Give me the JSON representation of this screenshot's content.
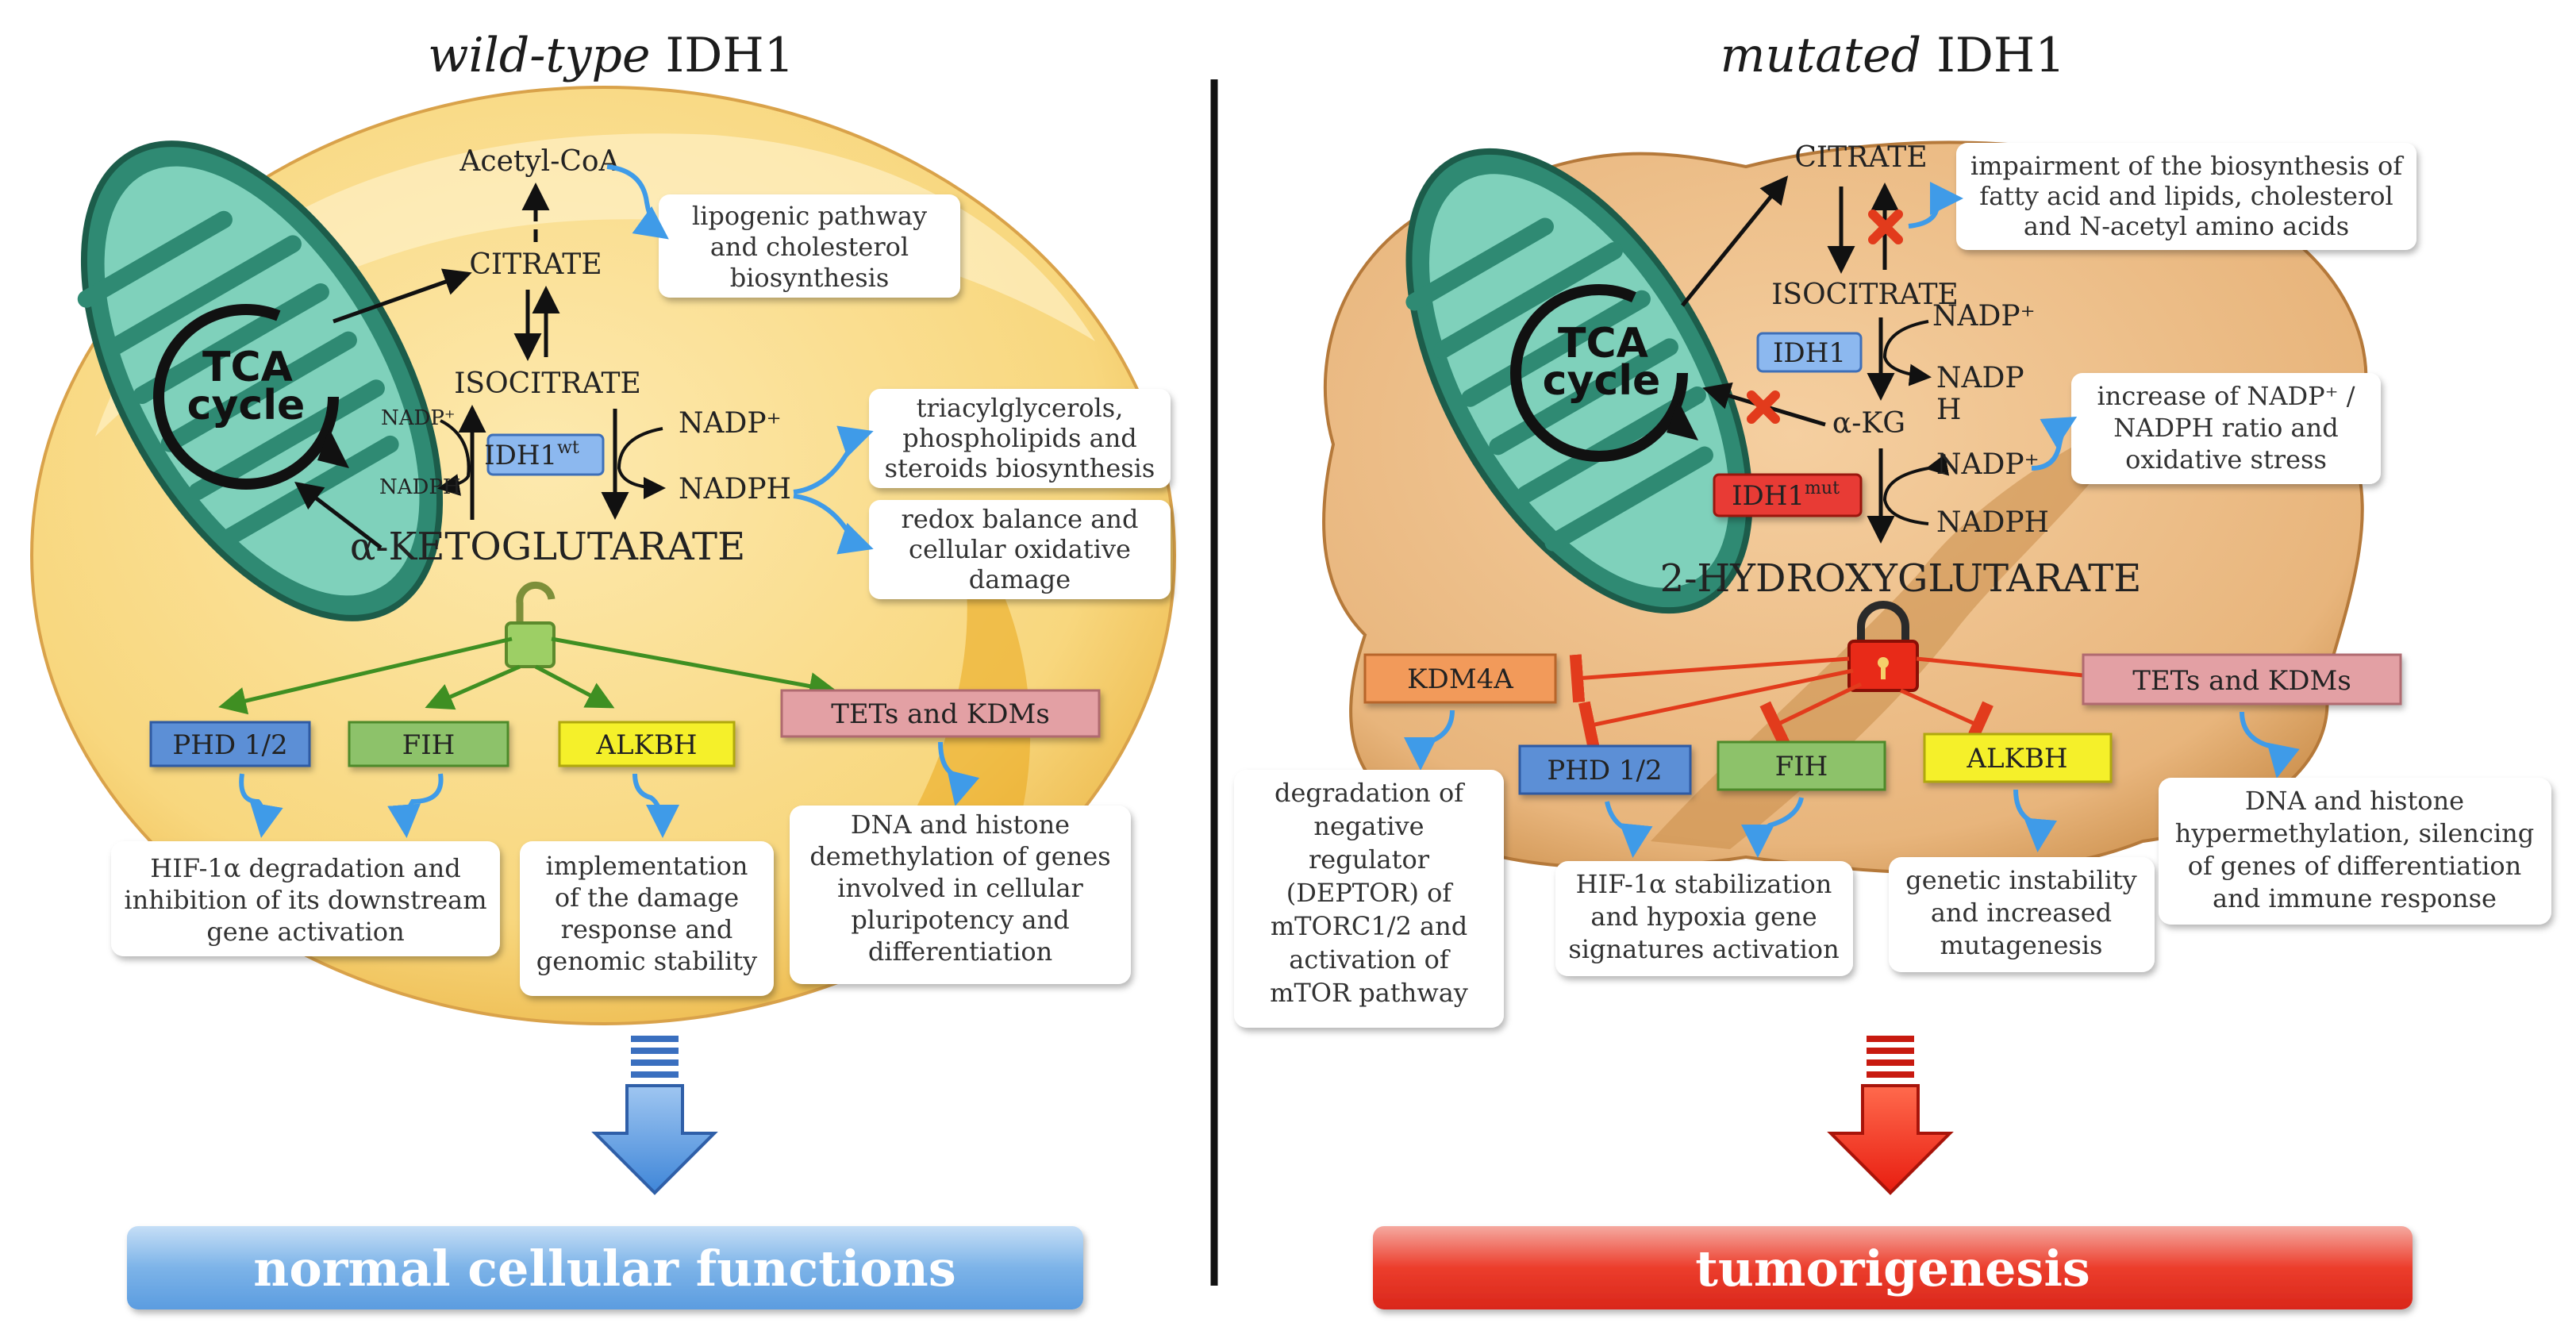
{
  "left": {
    "title_italic": "wild-type",
    "title_rest": " IDH1",
    "metabolites": {
      "acetyl_coa": "Acetyl-CoA",
      "citrate": "CITRATE",
      "isocitrate": "ISOCITRATE",
      "akg": "α-KETOGLUTARATE",
      "nadp_small": "NADP⁺",
      "nadph_small": "NADPH",
      "nadp": "NADP⁺",
      "nadph": "NADPH"
    },
    "tca": [
      "TCA",
      "cycle"
    ],
    "enzyme": "IDH1",
    "enzyme_sup": "wt",
    "notes": {
      "lipogenic": [
        "lipogenic pathway",
        "and cholesterol",
        "biosynthesis"
      ],
      "triacyl": [
        "triacylglycerols,",
        "phospholipids and",
        "steroids biosynthesis"
      ],
      "redox": [
        "redox balance and",
        "cellular oxidative",
        "damage"
      ],
      "hif": [
        "HIF-1α degradation and",
        "inhibition of its downstream",
        "gene activation"
      ],
      "alkbh": [
        "implementation",
        "of the damage",
        "response and",
        "genomic stability"
      ],
      "tets": [
        "DNA and histone",
        "demethylation of genes",
        "involved in cellular",
        "pluripotency and",
        "differentiation"
      ]
    },
    "targets": {
      "phd": "PHD 1/2",
      "fih": "FIH",
      "alkbh": "ALKBH",
      "tets": "TETs and KDMs"
    },
    "banner": "normal cellular functions"
  },
  "right": {
    "title_italic": "mutated",
    "title_rest": " IDH1",
    "metabolites": {
      "citrate": "CITRATE",
      "isocitrate": "ISOCITRATE",
      "nadp1": "NADP⁺",
      "nadph1a": "NADP",
      "nadph1b": "H",
      "akg": "α-KG",
      "nadp2": "NADP⁺",
      "nadph2": "NADPH",
      "hg": "2-HYDROXYGLUTARATE"
    },
    "tca": [
      "TCA",
      "cycle"
    ],
    "enzyme_wt": "IDH1",
    "enzyme_mut": "IDH1",
    "enzyme_mut_sup": "mut",
    "notes": {
      "impairment": [
        "impairment of the biosynthesis of",
        "fatty acid and lipids, cholesterol",
        "and N-acetyl amino acids"
      ],
      "nadp_ratio": [
        "increase of NADP⁺ /",
        "NADPH ratio and",
        "oxidative stress"
      ],
      "deptor": [
        "degradation of",
        "negative",
        "regulator",
        "(DEPTOR) of",
        "mTORC1/2 and",
        "activation of",
        "mTOR pathway"
      ],
      "hif": [
        "HIF-1α stabilization",
        "and hypoxia gene",
        "signatures activation"
      ],
      "alkbh": [
        "genetic instability",
        "and increased",
        "mutagenesis"
      ],
      "tets": [
        "DNA and histone",
        "hypermethylation, silencing",
        "of genes of differentiation",
        "and immune response"
      ]
    },
    "targets": {
      "kdm4a": "KDM4A",
      "phd": "PHD 1/2",
      "fih": "FIH",
      "alkbh": "ALKBH",
      "tets": "TETs and KDMs"
    },
    "banner": "tumorigenesis"
  },
  "colors": {
    "cell_wt": "#f8d77e",
    "cell_mut": "#e8b57c",
    "mito": "#3d9e88",
    "box_blue": "#5b8fd6",
    "box_green": "#8dc26a",
    "box_yellow": "#f5f02a",
    "box_pink": "#e3a0a4",
    "box_orange": "#f29a5a",
    "arrow_green": "#3f8f22",
    "inhibit_red": "#e23b1c",
    "arrow_blue": "#3f9be8",
    "banner_blue": "#6aaae6",
    "banner_red": "#e8352b"
  }
}
